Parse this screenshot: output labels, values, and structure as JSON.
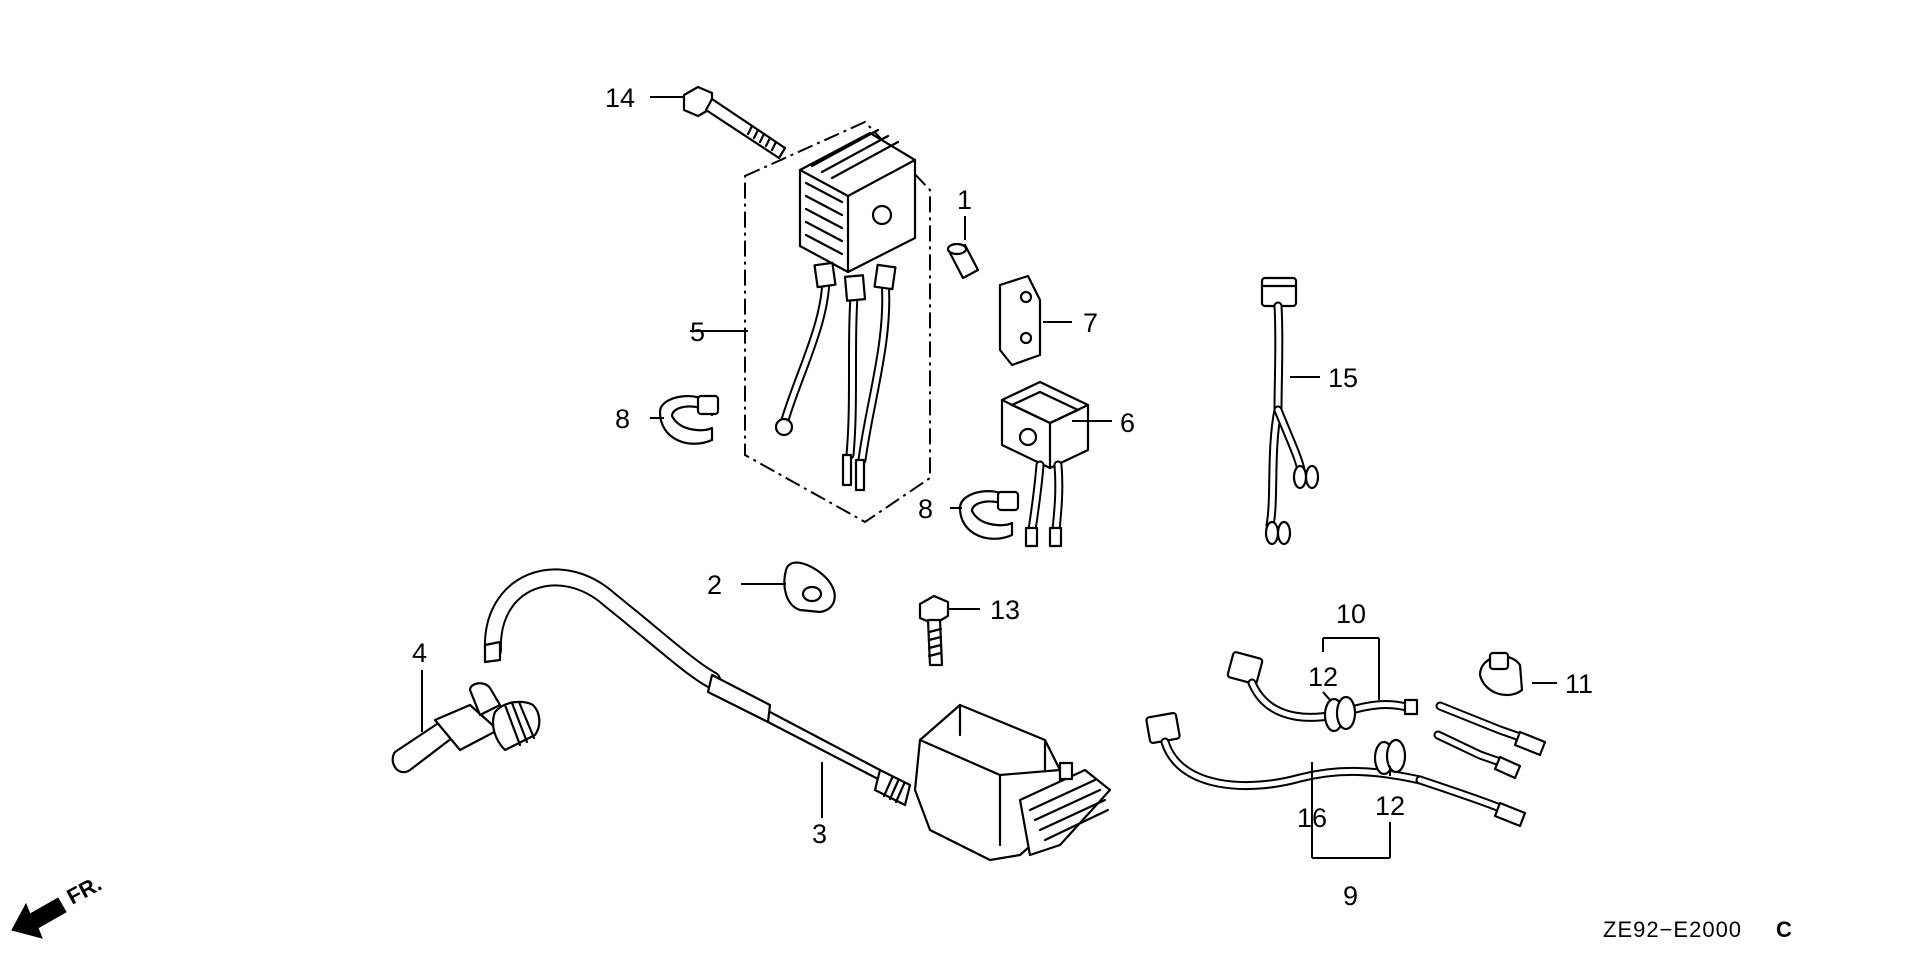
{
  "diagram_code": "ZE92−E2000",
  "diagram_code_suffix": "C",
  "direction_marker": "FR.",
  "callouts": {
    "c1": "1",
    "c2": "2",
    "c3": "3",
    "c4": "4",
    "c5": "5",
    "c6": "6",
    "c7": "7",
    "c8a": "8",
    "c8b": "8",
    "c9": "9",
    "c10": "10",
    "c11": "11",
    "c12a": "12",
    "c12b": "12",
    "c13": "13",
    "c14": "14",
    "c15": "15",
    "c16": "16"
  },
  "icons": {
    "front_arrow": "arrow-down-left-icon"
  }
}
